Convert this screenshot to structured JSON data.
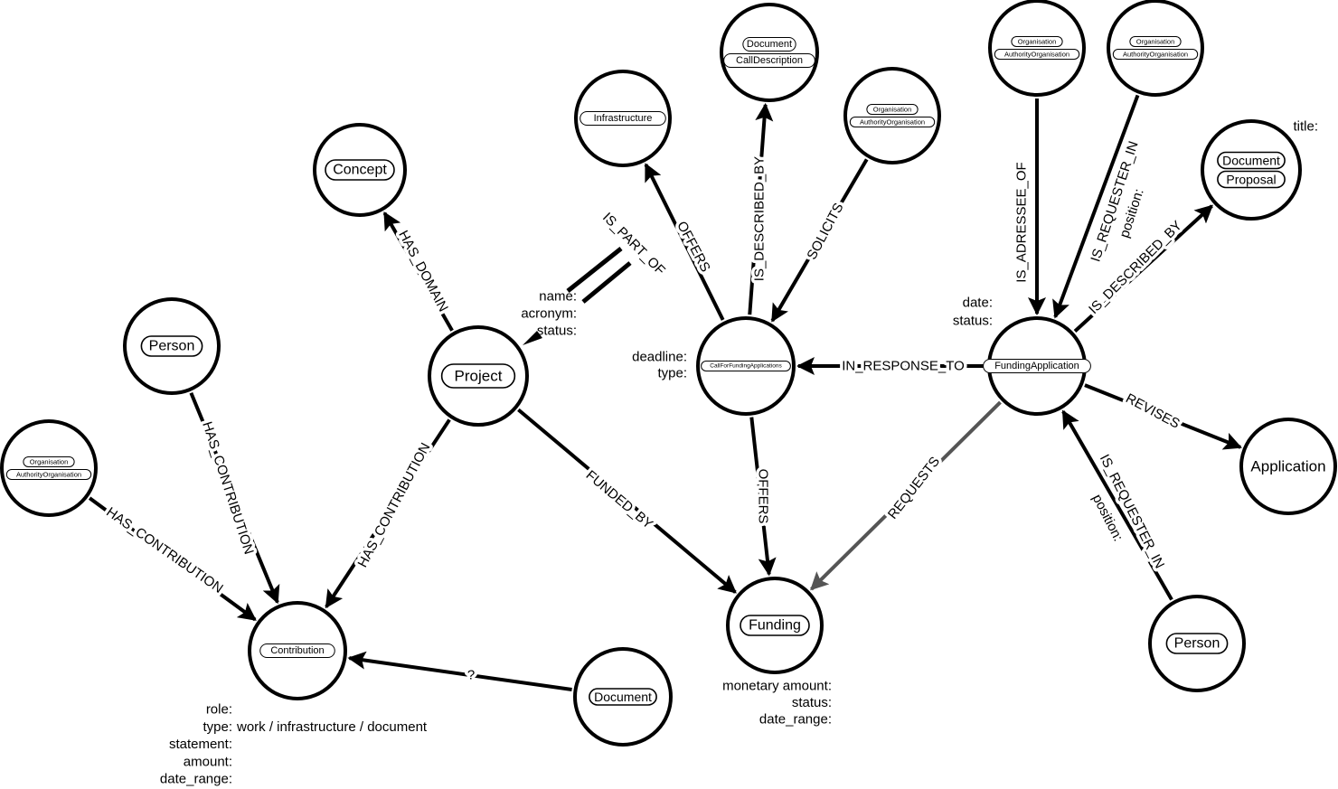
{
  "nodes": [
    {
      "id": "concept",
      "labels": [
        "Concept"
      ]
    },
    {
      "id": "infrastructure",
      "labels": [
        "Infrastructure"
      ]
    },
    {
      "id": "call_description",
      "labels": [
        "Document",
        "CallDescription"
      ]
    },
    {
      "id": "org_solicits",
      "labels": [
        "Organisation",
        "AuthorityOrganisation"
      ]
    },
    {
      "id": "org_addressee",
      "labels": [
        "Organisation",
        "AuthorityOrganisation"
      ]
    },
    {
      "id": "org_requester",
      "labels": [
        "Organisation",
        "AuthorityOrganisation"
      ]
    },
    {
      "id": "proposal",
      "labels": [
        "Document",
        "Proposal"
      ]
    },
    {
      "id": "person_left",
      "labels": [
        "Person"
      ]
    },
    {
      "id": "project",
      "labels": [
        "Project"
      ]
    },
    {
      "id": "call",
      "labels": [
        "CallForFundingApplications"
      ]
    },
    {
      "id": "funding_application",
      "labels": [
        "FundingApplication"
      ]
    },
    {
      "id": "application",
      "labels": [
        "Application"
      ]
    },
    {
      "id": "org_left",
      "labels": [
        "Organisation",
        "AuthorityOrganisation"
      ]
    },
    {
      "id": "contribution",
      "labels": [
        "Contribution"
      ]
    },
    {
      "id": "document",
      "labels": [
        "Document"
      ]
    },
    {
      "id": "funding",
      "labels": [
        "Funding"
      ]
    },
    {
      "id": "person_right",
      "labels": [
        "Person"
      ]
    }
  ],
  "edges": [
    {
      "from": "project",
      "to": "concept",
      "label": "HAS_DOMAIN"
    },
    {
      "from": "call",
      "to": "infrastructure",
      "label": "OFFERS"
    },
    {
      "from": "call",
      "to": "call_description",
      "label": "IS_DESCRIBED_BY"
    },
    {
      "from": "org_solicits",
      "to": "call",
      "label": "SOLICITS"
    },
    {
      "from": "org_addressee",
      "to": "funding_application",
      "label": "IS_ADRESSEE_OF"
    },
    {
      "from": "org_requester",
      "to": "funding_application",
      "label": "IS_REQUESTER_IN",
      "props": [
        "position:"
      ]
    },
    {
      "from": "funding_application",
      "to": "proposal",
      "label": "IS_DESCRIBED_BY"
    },
    {
      "from": "funding_application",
      "to": "call",
      "label": "IN_RESPONSE_TO"
    },
    {
      "from": "funding_application",
      "to": "application",
      "label": "REVISES"
    },
    {
      "from": "person_right",
      "to": "funding_application",
      "label": "IS_REQUESTER_IN",
      "props": [
        "position:"
      ]
    },
    {
      "from": "funding_application",
      "to": "funding",
      "label": "REQUESTS",
      "color": "#555555"
    },
    {
      "from": "call",
      "to": "funding",
      "label": "OFFERS"
    },
    {
      "from": "project",
      "to": "funding",
      "label": "FUNDED_BY"
    },
    {
      "from": "project",
      "to": "contribution",
      "label": "HAS_CONTRIBUTION"
    },
    {
      "from": "person_left",
      "to": "contribution",
      "label": "HAS_CONTRIBUTION"
    },
    {
      "from": "org_left",
      "to": "contribution",
      "label": "HAS_CONTRIBUTION"
    },
    {
      "from": "document",
      "to": "contribution",
      "label": "?"
    },
    {
      "from": "project",
      "to": "project",
      "label": "IS_PART_OF"
    }
  ],
  "properties": {
    "project": [
      "name:",
      "acronym:",
      "status:"
    ],
    "call": [
      "deadline:",
      "type:"
    ],
    "funding_application": [
      "date:",
      "status:"
    ],
    "proposal": [
      "title:"
    ],
    "funding": [
      "monetary amount:",
      "status:",
      "date_range:"
    ],
    "contribution": [
      "role:",
      "type:",
      "statement:",
      "amount:",
      "date_range:"
    ],
    "contribution_type_values": "work / infrastructure / document"
  }
}
